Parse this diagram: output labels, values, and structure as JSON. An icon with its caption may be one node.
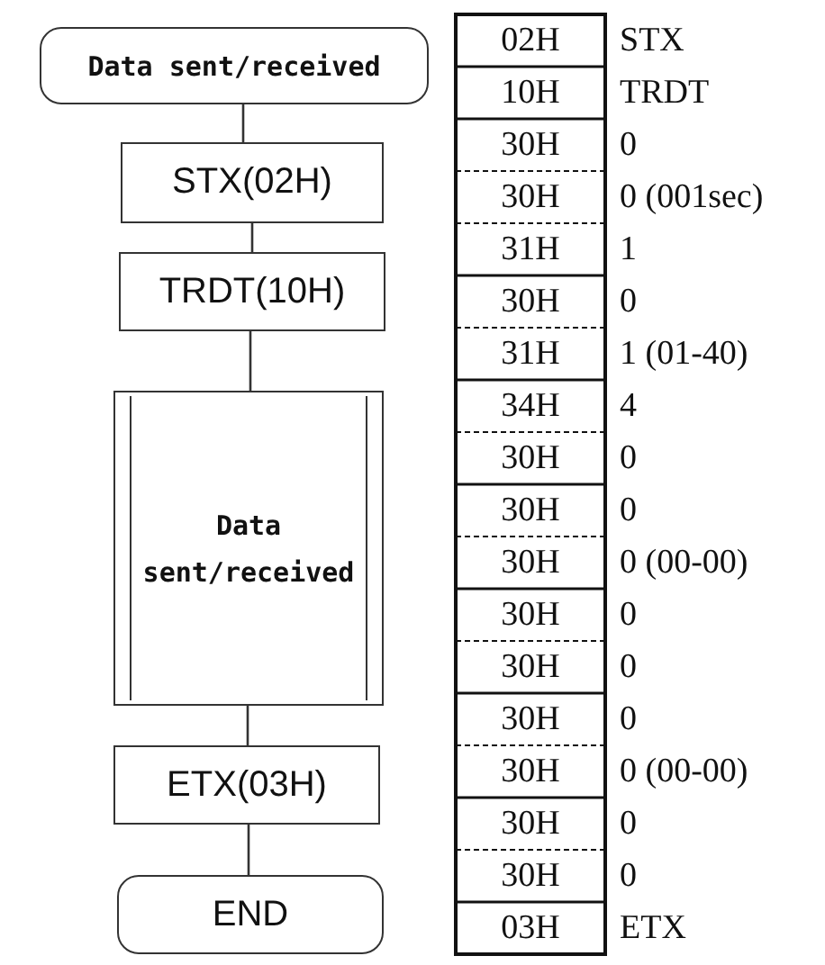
{
  "diagram": {
    "nodes": [
      {
        "text": [
          "Data sent/received"
        ]
      },
      {
        "text": [
          "STX(02H)"
        ]
      },
      {
        "text": [
          "TRDT(10H)"
        ]
      },
      {
        "text": [
          "Data sent/received"
        ]
      },
      {
        "text": [
          "ETX(03H)"
        ]
      },
      {
        "text": [
          "END"
        ]
      }
    ],
    "edges": [
      {
        "from": 0,
        "to": 1,
        "arrow": "none"
      },
      {
        "from": 1,
        "to": 2,
        "arrow": "none"
      },
      {
        "from": 2,
        "to": 3,
        "arrow": "none"
      },
      {
        "from": 3,
        "to": 4,
        "arrow": "none"
      },
      {
        "from": 4,
        "to": 5,
        "arrow": "none"
      }
    ],
    "labels": [
      "02H",
      "STX",
      "10H",
      "TRDT",
      "30H",
      "0",
      "30H",
      "0 (001sec)",
      "31H",
      "1",
      "30H",
      "0",
      "31H",
      "1 (01-40)",
      "34H",
      "4",
      "30H",
      "0",
      "30H",
      "0",
      "30H",
      "0 (00-00)",
      "30H",
      "0",
      "30H",
      "0",
      "30H",
      "0",
      "30H",
      "0 (00-00)",
      "30H",
      "0",
      "30H",
      "0",
      "03H",
      "ETX"
    ]
  }
}
